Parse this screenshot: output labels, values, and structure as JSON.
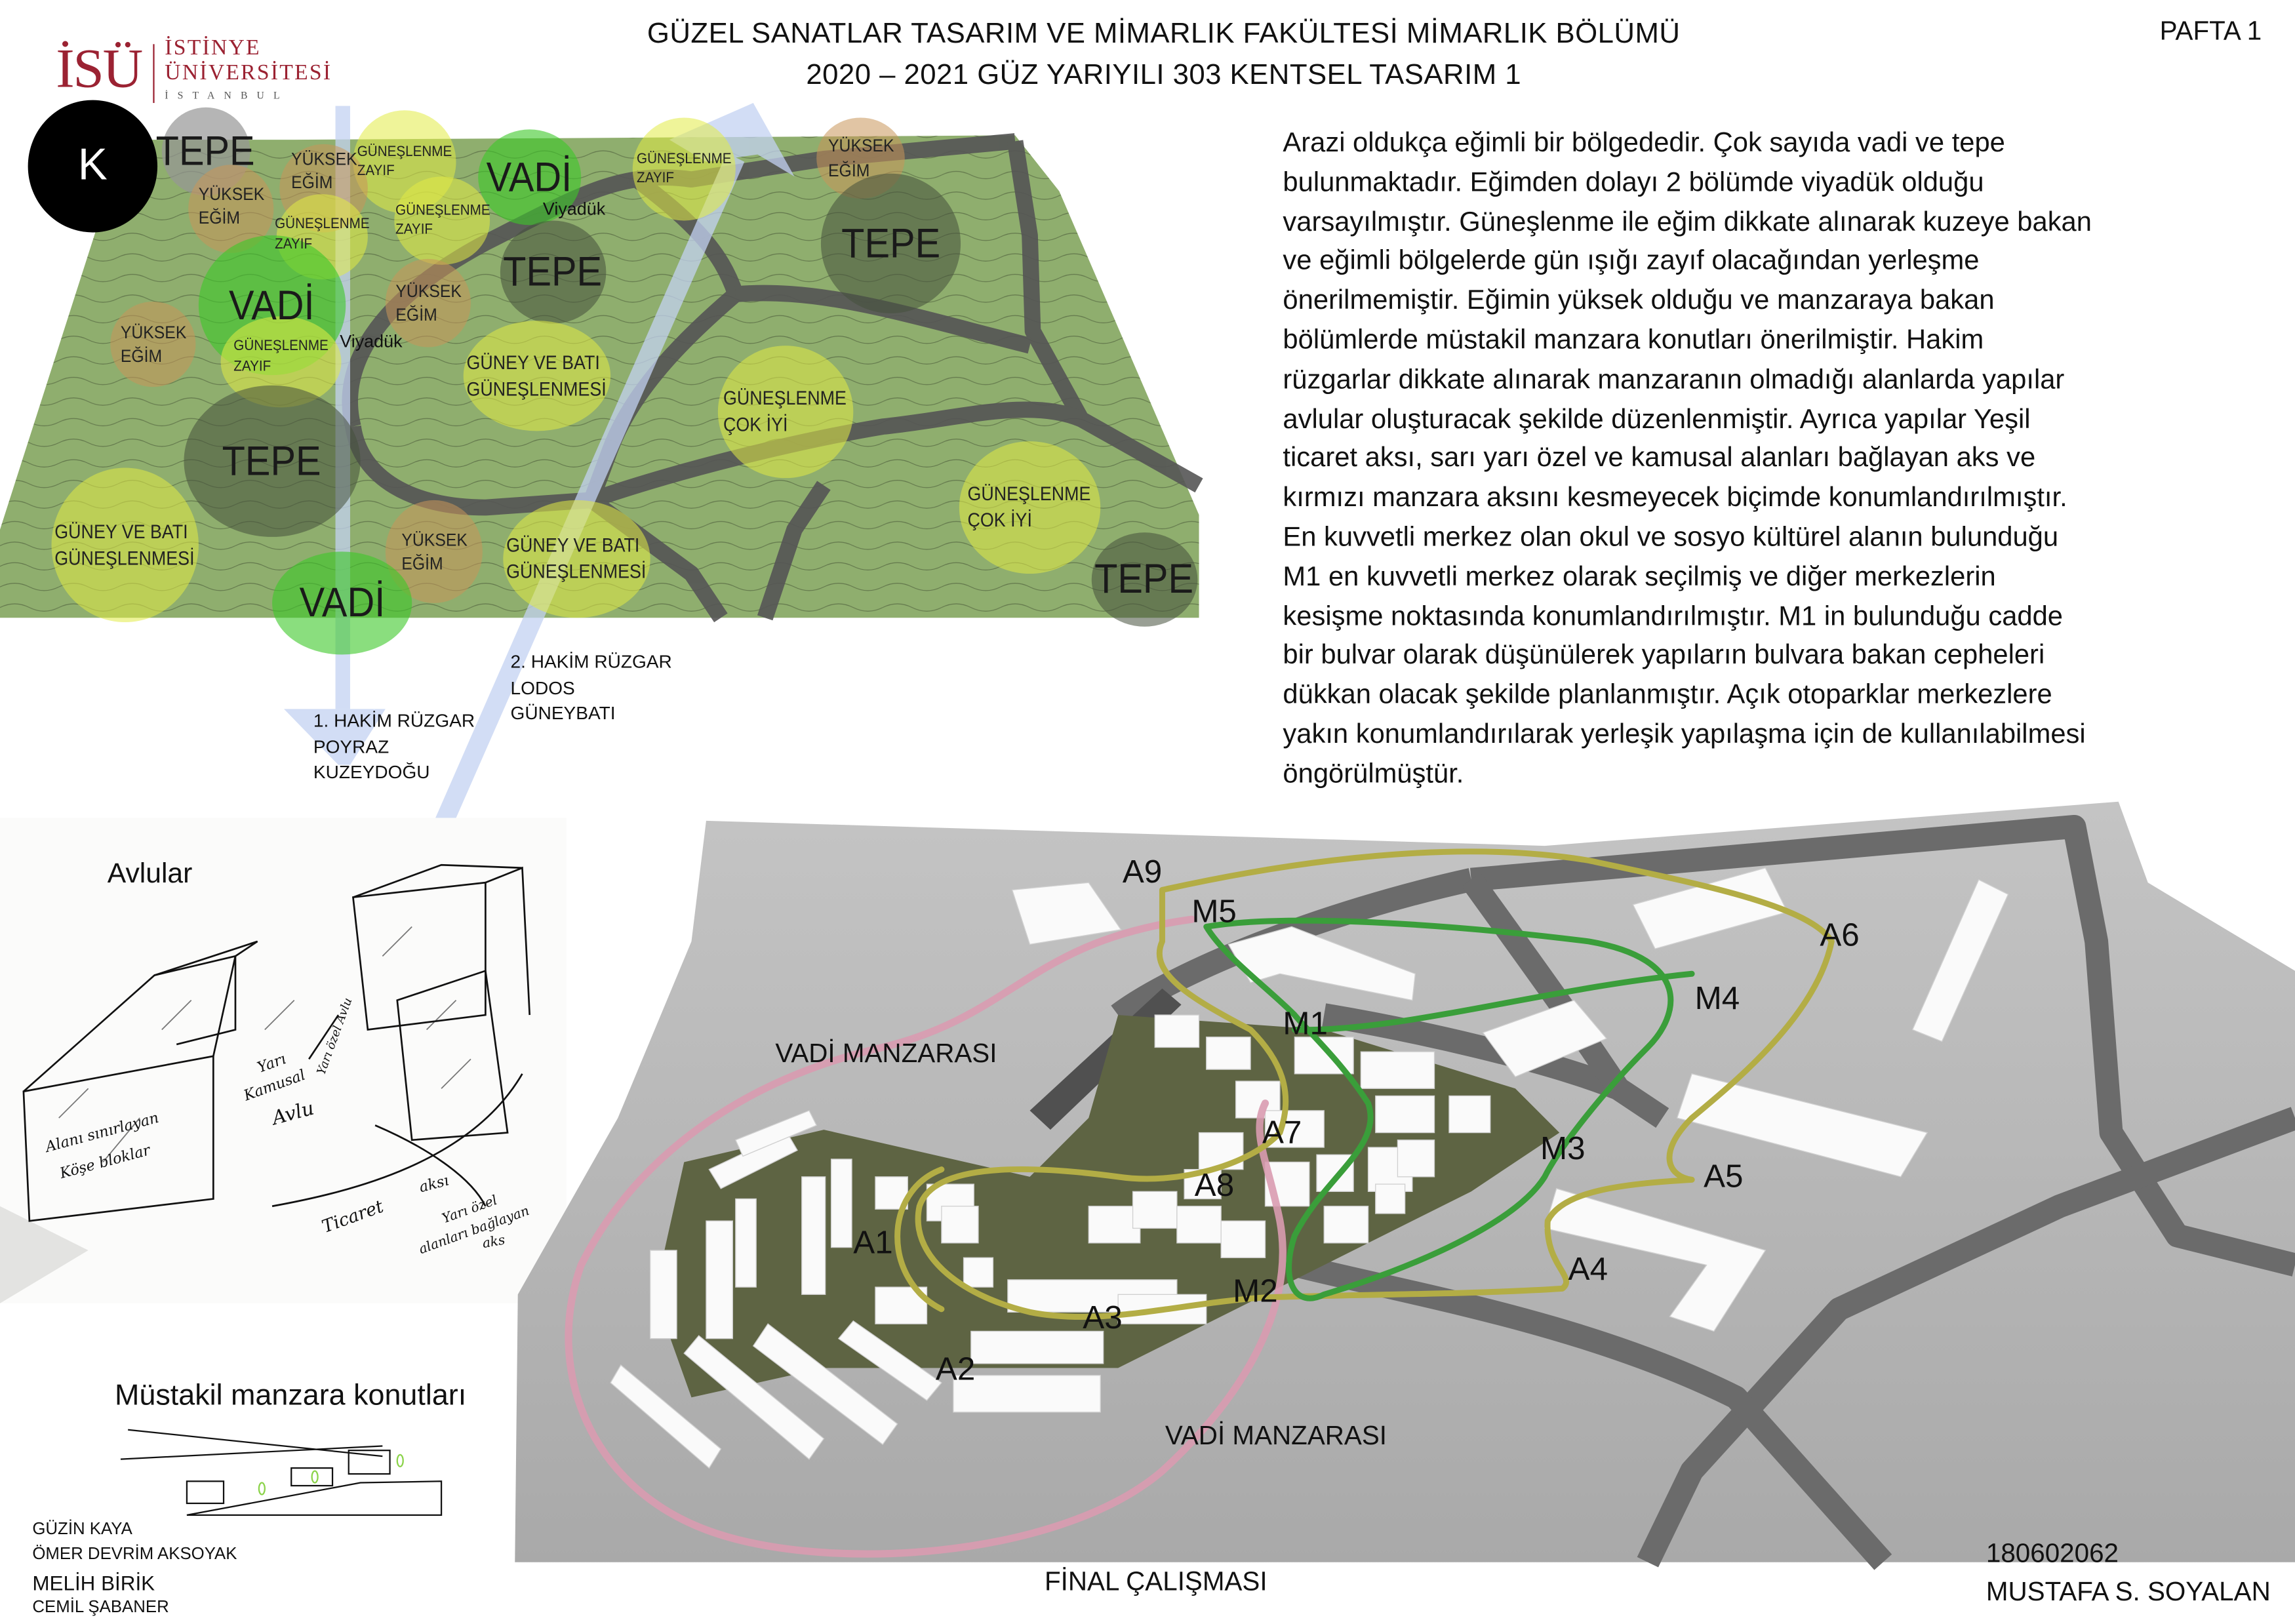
{
  "header": {
    "title_line1": "GÜZEL SANATLAR TASARIM VE MİMARLIK FAKÜLTESİ MİMARLIK BÖLÜMÜ",
    "title_line2": "2020 – 2021 GÜZ YARIYILI 303 KENTSEL TASARIM 1",
    "sheet": "PAFTA 1"
  },
  "logo": {
    "mark": "İSÜ",
    "line1": "İSTİNYE",
    "line2": "ÜNİVERSİTESİ",
    "city": "İSTANBUL"
  },
  "terrain_map": {
    "compass": "K",
    "zones": [
      {
        "type": "tepe",
        "label": "TEPE"
      },
      {
        "type": "gunes-zayif",
        "label": "GÜNEŞLENME\nZAYIF"
      },
      {
        "type": "vadi",
        "label": "VADİ"
      },
      {
        "type": "gunes-zayif",
        "label": "GÜNEŞLENME\nZAYIF"
      },
      {
        "type": "yuksek-egim",
        "label": "YÜKSEK\nEĞİM"
      },
      {
        "type": "yuksek-egim",
        "label": "YÜKSEK\nEĞİM"
      },
      {
        "type": "yuksek-egim",
        "label": "YÜKSEK\nEĞİM"
      },
      {
        "type": "gunes-zayif",
        "label": "GÜNEŞLENME\nZAYIF"
      },
      {
        "type": "gunes-zayif",
        "label": "GÜNEŞLENME\nZAYIF"
      },
      {
        "type": "tepe",
        "label": "TEPE"
      },
      {
        "type": "tepe",
        "label": "TEPE"
      },
      {
        "type": "vadi",
        "label": "VADİ"
      },
      {
        "type": "yuksek-egim",
        "label": "YÜKSEK\nEĞİM"
      },
      {
        "type": "yuksek-egim",
        "label": "YÜKSEK\nEĞİM"
      },
      {
        "type": "gunes-zayif",
        "label": "GÜNEŞLENME\nZAYIF"
      },
      {
        "type": "guney-bati",
        "label": "GÜNEY VE BATI\nGÜNEŞLENMESİ"
      },
      {
        "type": "gunes-cok-iyi",
        "label": "GÜNEŞLENME\nÇOK İYİ"
      },
      {
        "type": "tepe",
        "label": "TEPE"
      },
      {
        "type": "guney-bati",
        "label": "GÜNEY VE BATI\nGÜNEŞLENMESİ"
      },
      {
        "type": "yuksek-egim",
        "label": "YÜKSEK\nEĞİM"
      },
      {
        "type": "guney-bati",
        "label": "GÜNEY VE BATI\nGÜNEŞLENMESİ"
      },
      {
        "type": "vadi",
        "label": "VADİ"
      },
      {
        "type": "gunes-cok-iyi",
        "label": "GÜNEŞLENME\nÇOK İYİ"
      },
      {
        "type": "tepe",
        "label": "TEPE"
      }
    ],
    "viaduct_labels": [
      "Viyadük",
      "Viyadük"
    ],
    "wind1": "1. HAKİM RÜZGAR\nPOYRAZ\nKUZEYDOĞU",
    "wind2": "2. HAKİM RÜZGAR\nLODOS\nGÜNEYBATI",
    "colors": {
      "terrain": "#8fae6e",
      "road": "#555555",
      "wind": "#c3d2f2"
    }
  },
  "description": {
    "lines": [
      "Arazi oldukça eğimli bir bölgededir. Çok sayıda vadi ve tepe",
      "bulunmaktadır. Eğimden dolayı 2 bölümde viyadük olduğu",
      "varsayılmıştır. Güneşlenme ile eğim dikkate alınarak kuzeye bakan",
      "ve eğimli bölgelerde gün ışığı zayıf olacağından yerleşme",
      "önerilmemiştir. Eğimin yüksek olduğu ve manzaraya bakan",
      "bölümlerde müstakil manzara konutları önerilmiştir. Hakim",
      "rüzgarlar dikkate alınarak manzaranın olmadığı alanlarda yapılar",
      "avlular oluşturacak şekilde düzenlenmiştir. Ayrıca yapılar Yeşil",
      "ticaret aksı, sarı yarı özel ve kamusal alanları bağlayan aks ve",
      "kırmızı manzara aksını kesmeyecek biçimde konumlandırılmıştır.",
      "En kuvvetli merkez olan okul ve sosyo kültürel alanın bulunduğu",
      "M1 en kuvvetli merkez olarak seçilmiş ve diğer merkezlerin",
      "kesişme noktasında konumlandırılmıştır. M1 in bulunduğu cadde",
      "bir bulvar olarak düşünülerek yapıların bulvara bakan cepheleri",
      "dükkan olacak şekilde planlanmıştır. Açık otoparklar merkezlere",
      "yakın konumlandırılarak yerleşik yapılaşma için de kullanılabilmesi",
      "öngörülmüştür."
    ]
  },
  "sketch": {
    "title": "Avlular",
    "notes": [
      "Alanı sınırlayan",
      "Köşe bloklar",
      "Yarı",
      "Kamusal",
      "Avlu",
      "Yarı özel Avlu",
      "Ticaret",
      "aksı",
      "Yarı özel",
      "alanları bağlayan",
      "aks"
    ]
  },
  "section": {
    "title": "Müstakil manzara konutları"
  },
  "team": [
    "GÜZİN KAYA",
    "ÖMER DEVRİM AKSOYAK",
    "MELİH BİRİK",
    "CEMİL ŞABANER"
  ],
  "model": {
    "labels": {
      "A1": "A1",
      "A2": "A2",
      "A3": "A3",
      "A4": "A4",
      "A5": "A5",
      "A6": "A6",
      "A7": "A7",
      "A8": "A8",
      "A9": "A9",
      "M1": "M1",
      "M2": "M2",
      "M3": "M3",
      "M4": "M4",
      "M5": "M5"
    },
    "view_left": "VADİ MANZARASI",
    "view_bottom": "VADİ MANZARASI",
    "colors": {
      "view_axis": "#d99bb0",
      "semi_private_axis": "#b3ad45",
      "commerce_axis": "#3a9e3a"
    }
  },
  "footer": {
    "caption": "FİNAL ÇALIŞMASI",
    "student_id": "180602062",
    "student_name": "MUSTAFA S. SOYALAN"
  }
}
